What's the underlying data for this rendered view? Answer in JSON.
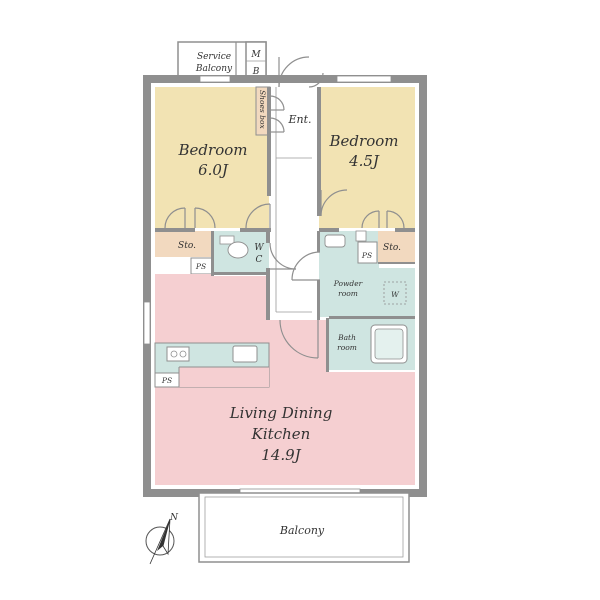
{
  "rooms": {
    "service_balcony": {
      "line1": "Service",
      "line2": "Balcony"
    },
    "meter_box": {
      "line1": "M",
      "line2": "B"
    },
    "shoes_box": "Shoes box",
    "entrance": "Ent.",
    "bedroom_left": {
      "name": "Bedroom",
      "size": "6.0J"
    },
    "bedroom_right": {
      "name": "Bedroom",
      "size": "4.5J"
    },
    "storage_left": "Sto.",
    "storage_right": "Sto.",
    "wc": {
      "line1": "W",
      "line2": "C"
    },
    "ps_left": "PS",
    "ps_right": "PS",
    "ps_kitchen": "PS",
    "powder_room": {
      "line1": "Powder",
      "line2": "room"
    },
    "washer": "W",
    "bathroom": {
      "line1": "Bath",
      "line2": "room"
    },
    "ldk": {
      "line1": "Living Dining",
      "line2": "Kitchen",
      "size": "14.9J"
    },
    "balcony": "Balcony"
  },
  "compass": {
    "north": "N"
  },
  "colors": {
    "bedroom": "#f2e3b3",
    "living": "#f5cfd1",
    "wet": "#cfe5e1",
    "storage": "#f2d9bf",
    "wall": "#8f8f8f"
  }
}
